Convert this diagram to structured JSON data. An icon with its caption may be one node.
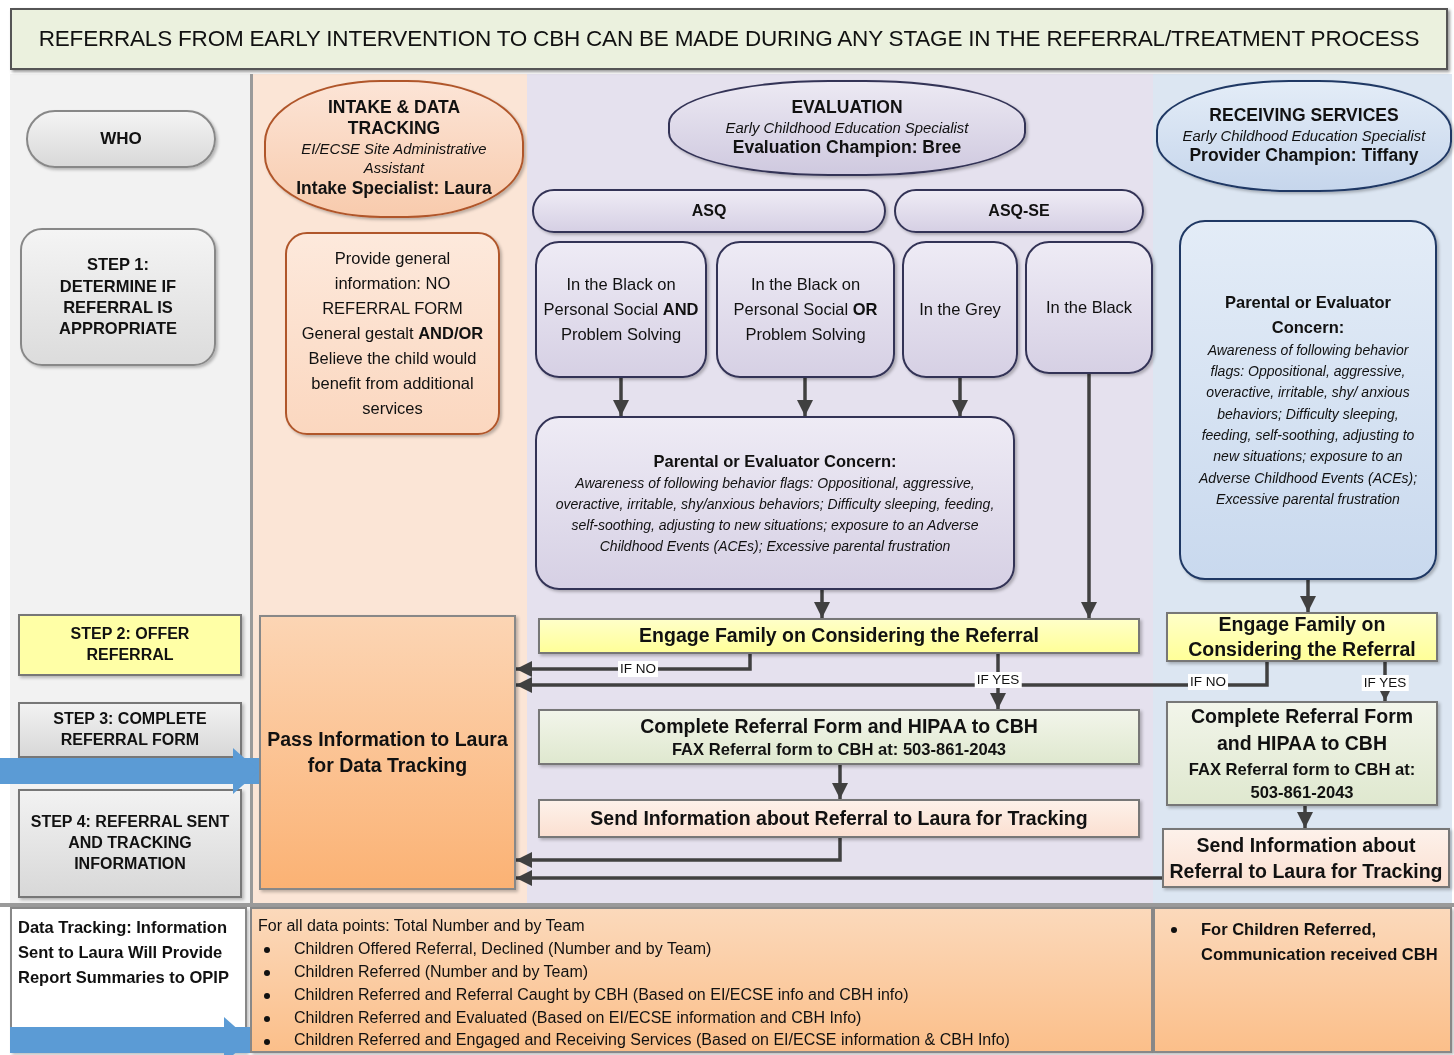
{
  "diagram": {
    "title": "REFERRALS FROM EARLY INTERVENTION TO CBH CAN BE MADE DURING ANY STAGE IN THE REFERRAL/TREATMENT PROCESS",
    "nodes": [
      {
        "text": [
          "WHO"
        ]
      },
      {
        "text": [
          "STEP 1: DETERMINE IF REFERRAL IS APPROPRIATE"
        ]
      },
      {
        "text": [
          "STEP 2: OFFER REFERRAL"
        ]
      },
      {
        "text": [
          "STEP 3: COMPLETE REFERRAL FORM"
        ]
      },
      {
        "text": [
          "STEP 4: REFERRAL SENT AND TRACKING INFORMATION"
        ]
      },
      {
        "text": [
          "INTAKE & DATA TRACKING",
          "EI/ECSE Site Administrative Assistant",
          "Intake Specialist: Laura"
        ]
      },
      {
        "text": [
          "Provide general information: NO REFERRAL FORM General gestalt **AND/OR** Believe the child would benefit from additional services"
        ]
      },
      {
        "text": [
          "EVALUATION",
          "Early Childhood Education Specialist",
          "Evaluation Champion:  Bree"
        ]
      },
      {
        "text": [
          "RECEIVING SERVICES",
          "Early Childhood Education Specialist",
          "Provider Champion: Tiffany"
        ]
      },
      {
        "text": [
          "ASQ"
        ]
      },
      {
        "text": [
          "ASQ-SE"
        ]
      },
      {
        "text": [
          "In the Black on Personal Social **AND** Problem Solving"
        ]
      },
      {
        "text": [
          "In the Black on Personal Social **OR** Problem Solving"
        ]
      },
      {
        "text": [
          "In the Grey"
        ]
      },
      {
        "text": [
          "In the Black"
        ]
      },
      {
        "text": [
          "Parental or Evaluator Concern:",
          "Awareness of following behavior flags: Oppositional, aggressive, overactive, irritable, shy/anxious behaviors; Difficulty sleeping, feeding, self-soothing, adjusting to new situations; exposure to an Adverse Childhood Events (ACEs); Excessive parental frustration"
        ]
      },
      {
        "text": [
          "Parental or Evaluator Concern:",
          "Awareness of following behavior flags: Oppositional, aggressive, overactive, irritable, shy/ anxious behaviors; Difficulty sleeping, feeding, self-soothing, adjusting to new situations; exposure to an Adverse Childhood Events (ACEs); Excessive parental frustration"
        ]
      },
      {
        "text": [
          "Pass Information to Laura for Data Tracking"
        ]
      },
      {
        "text": [
          "Engage Family on Considering the Referral"
        ]
      },
      {
        "text": [
          "Complete Referral Form and HIPAA to CBH",
          "FAX Referral form to CBH at: 503-861-2043"
        ]
      },
      {
        "text": [
          "Send Information about Referral to Laura for Tracking"
        ]
      },
      {
        "text": [
          "Engage Family on Considering the Referral"
        ]
      },
      {
        "text": [
          "Complete Referral Form and HIPAA to CBH",
          "FAX Referral form to CBH at: 503-861-2043"
        ]
      },
      {
        "text": [
          "Send Information about Referral to Laura for Tracking"
        ]
      },
      {
        "text": [
          "Data Tracking: Information Sent to Laura Will Provide Report Summaries to OPIP"
        ]
      },
      {
        "text": [
          "For all data points: Total Number and by Team",
          "Children Offered Referral, Declined  (Number and by Team)",
          "Children Referred  (Number and by Team)",
          "Children Referred and Referral Caught by CBH (Based on  EI/ECSE info and CBH info)",
          "Children Referred and Evaluated (Based on EI/ECSE information and CBH Info)",
          "Children Referred and Engaged and Receiving Services (Based on  EI/ECSE  information & CBH Info)"
        ]
      },
      {
        "text": [
          "For Children Referred, Communication received CBH"
        ]
      }
    ],
    "edges": [
      {
        "from": 11,
        "to": 15,
        "arrow": "to"
      },
      {
        "from": 12,
        "to": 15,
        "arrow": "to"
      },
      {
        "from": 13,
        "to": 15,
        "arrow": "to"
      },
      {
        "from": 15,
        "to": 18,
        "arrow": "to"
      },
      {
        "from": 14,
        "to": 18,
        "arrow": "to"
      },
      {
        "from": 16,
        "to": 21,
        "arrow": "to"
      },
      {
        "from": 18,
        "to": 17,
        "arrow": "to",
        "label": "IF NO"
      },
      {
        "from": 18,
        "to": 19,
        "arrow": "to",
        "label": "IF YES"
      },
      {
        "from": 21,
        "to": 17,
        "arrow": "to",
        "label": "IF NO"
      },
      {
        "from": 21,
        "to": 22,
        "arrow": "to",
        "label": "IF YES"
      },
      {
        "from": 19,
        "to": 20,
        "arrow": "to"
      },
      {
        "from": 20,
        "to": 17,
        "arrow": "to"
      },
      {
        "from": 22,
        "to": 23,
        "arrow": "to"
      },
      {
        "from": 23,
        "to": 17,
        "arrow": "to"
      },
      {
        "from": null,
        "to": 17,
        "arrow": "to",
        "style": "thick",
        "color": "#5b9bd5"
      },
      {
        "from": 24,
        "to": 25,
        "arrow": "to",
        "style": "thick",
        "color": "#5b9bd5"
      }
    ]
  }
}
